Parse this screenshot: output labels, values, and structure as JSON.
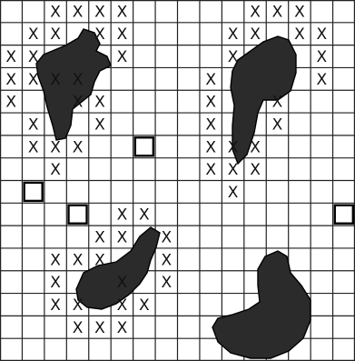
{
  "grid": {
    "columns": 16,
    "rows": 16,
    "line_color": "#222222"
  },
  "mark_glyph": "X",
  "mark_color": "#111111",
  "blob_color": "#2b2b2b",
  "marked_cells": [
    [
      0,
      2
    ],
    [
      0,
      3
    ],
    [
      0,
      4
    ],
    [
      0,
      5
    ],
    [
      0,
      11
    ],
    [
      0,
      12
    ],
    [
      0,
      13
    ],
    [
      1,
      1
    ],
    [
      1,
      2
    ],
    [
      1,
      4
    ],
    [
      1,
      5
    ],
    [
      1,
      10
    ],
    [
      1,
      11
    ],
    [
      1,
      13
    ],
    [
      1,
      14
    ],
    [
      2,
      0
    ],
    [
      2,
      1
    ],
    [
      2,
      5
    ],
    [
      2,
      10
    ],
    [
      2,
      14
    ],
    [
      3,
      0
    ],
    [
      3,
      1
    ],
    [
      3,
      2
    ],
    [
      3,
      3
    ],
    [
      3,
      9
    ],
    [
      3,
      14
    ],
    [
      4,
      0
    ],
    [
      4,
      3
    ],
    [
      4,
      4
    ],
    [
      4,
      9
    ],
    [
      4,
      12
    ],
    [
      5,
      1
    ],
    [
      5,
      4
    ],
    [
      5,
      9
    ],
    [
      5,
      12
    ],
    [
      6,
      1
    ],
    [
      6,
      2
    ],
    [
      6,
      3
    ],
    [
      6,
      9
    ],
    [
      6,
      10
    ],
    [
      6,
      11
    ],
    [
      7,
      2
    ],
    [
      7,
      9
    ],
    [
      7,
      10
    ],
    [
      7,
      11
    ],
    [
      8,
      10
    ],
    [
      9,
      5
    ],
    [
      9,
      6
    ],
    [
      10,
      4
    ],
    [
      10,
      5
    ],
    [
      10,
      7
    ],
    [
      11,
      2
    ],
    [
      11,
      3
    ],
    [
      11,
      4
    ],
    [
      11,
      7
    ],
    [
      12,
      2
    ],
    [
      12,
      5
    ],
    [
      12,
      7
    ],
    [
      13,
      2
    ],
    [
      13,
      3
    ],
    [
      13,
      5
    ],
    [
      13,
      6
    ],
    [
      14,
      3
    ],
    [
      14,
      4
    ],
    [
      14,
      5
    ]
  ],
  "heavy_cells": [
    [
      6,
      6
    ],
    [
      8,
      1
    ],
    [
      9,
      3
    ],
    [
      9,
      15
    ]
  ]
}
